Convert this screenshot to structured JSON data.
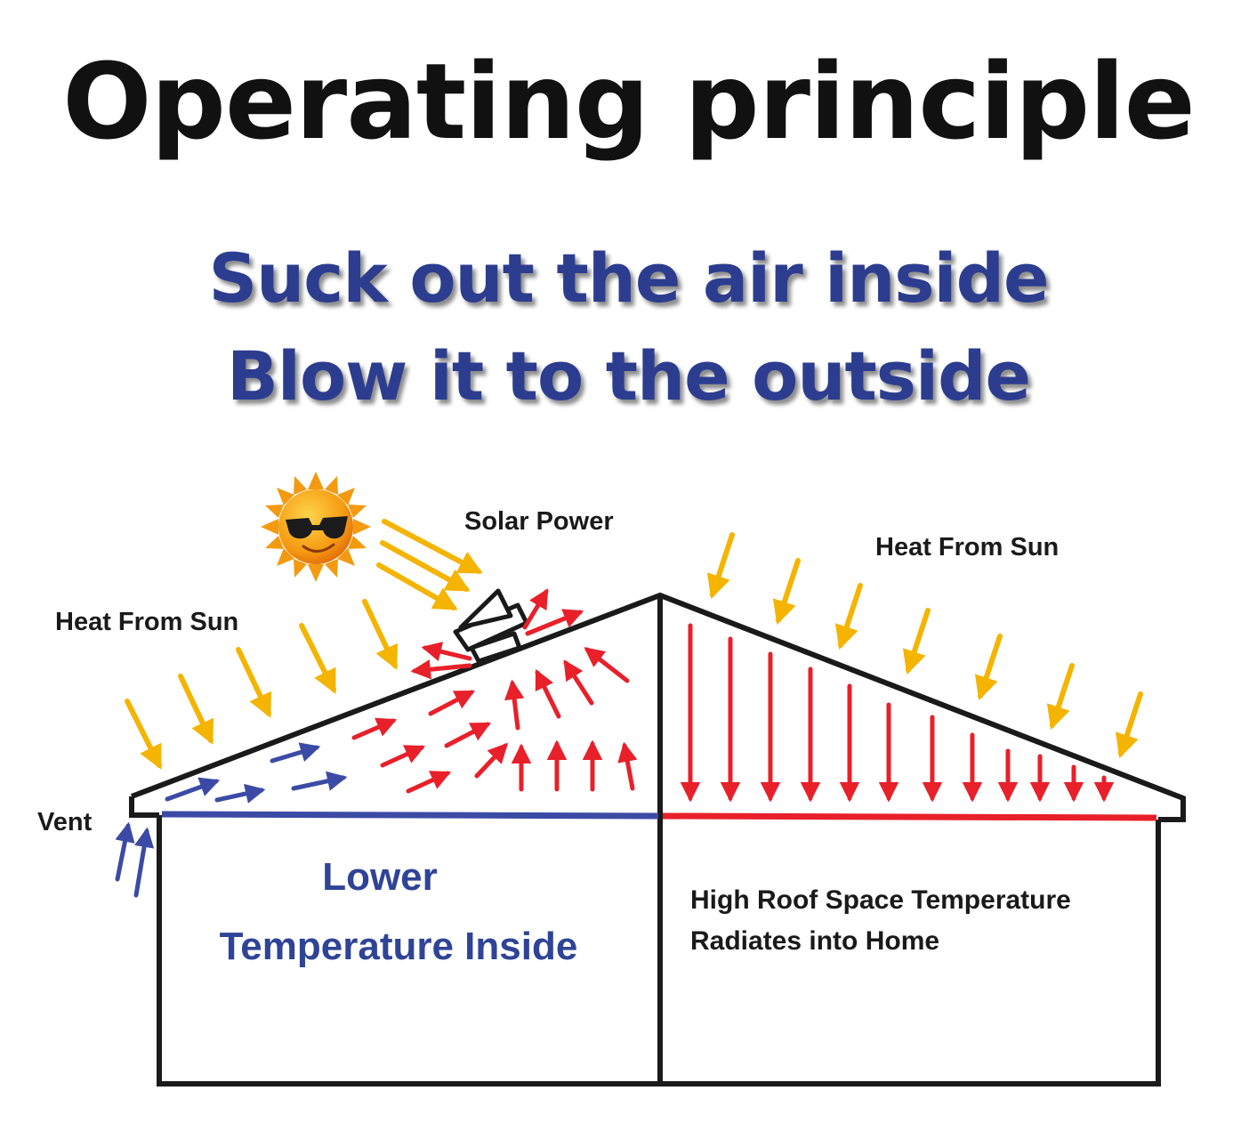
{
  "title": "Operating principle",
  "subtitle": {
    "line1": "Suck out the air inside",
    "line2": "Blow it to the outside"
  },
  "labels": {
    "solar_power": "Solar Power",
    "heat_left": "Heat From Sun",
    "heat_right": "Heat From Sun",
    "vent": "Vent",
    "lower_line1": "Lower",
    "lower_line2": "Temperature Inside",
    "high_line1": "High Roof Space Temperature",
    "high_line2": "Radiates into Home"
  },
  "colors": {
    "text_dark": "#111111",
    "subtitle_blue": "#2c3d8f",
    "label_blue": "#2f4496",
    "cool_blue": "#3b4ba5",
    "heat_red": "#e8202a",
    "sun_yellow": "#f4b400",
    "outline": "#1a1a1a"
  },
  "icons": [
    "sun-with-sunglasses-icon",
    "solar-fan-vent-icon"
  ]
}
